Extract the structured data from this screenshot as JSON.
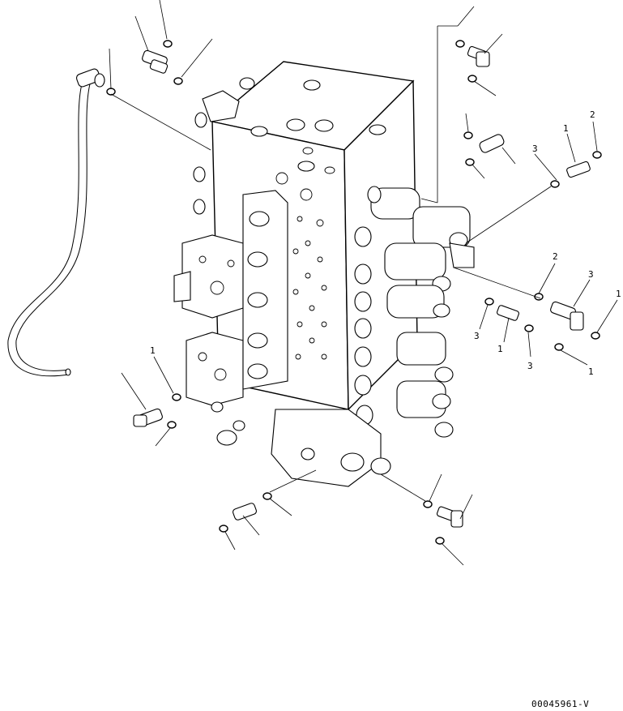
{
  "drawing": {
    "code": "00045961-V"
  },
  "callouts": [
    {
      "id": "c1",
      "label": "1"
    },
    {
      "id": "c2",
      "label": "2"
    },
    {
      "id": "c3",
      "label": "3"
    },
    {
      "id": "c4",
      "label": "2"
    },
    {
      "id": "c5",
      "label": "3"
    },
    {
      "id": "c6",
      "label": "1"
    },
    {
      "id": "c7",
      "label": "3"
    },
    {
      "id": "c8",
      "label": "1"
    },
    {
      "id": "c9",
      "label": "3"
    },
    {
      "id": "c10",
      "label": "1"
    },
    {
      "id": "c11",
      "label": "1"
    }
  ]
}
